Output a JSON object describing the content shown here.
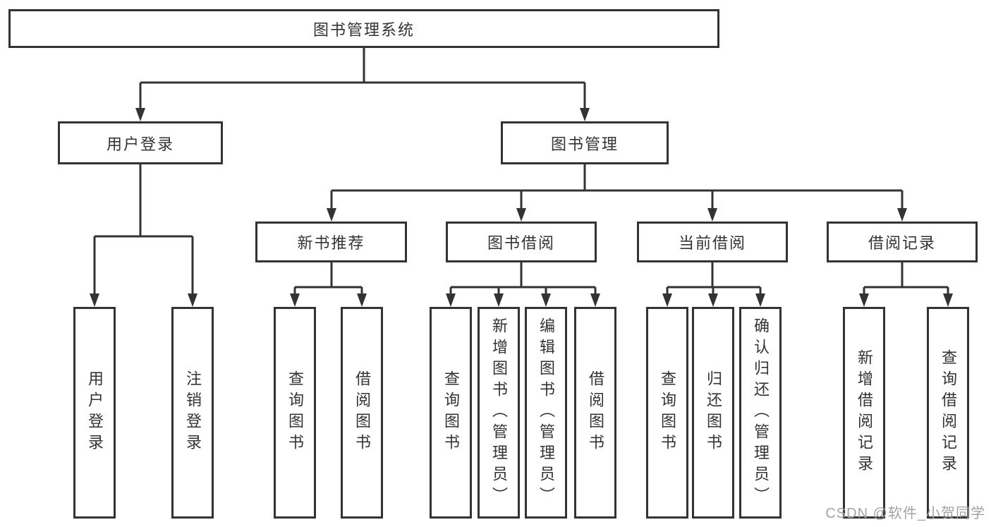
{
  "diagram": {
    "root": {
      "label": "图书管理系统"
    },
    "level2": {
      "user_login": {
        "label": "用户登录"
      },
      "book_mgmt": {
        "label": "图书管理"
      }
    },
    "level3": {
      "new_book_rec": {
        "label": "新书推荐"
      },
      "book_borrow": {
        "label": "图书借阅"
      },
      "current_borrow": {
        "label": "当前借阅"
      },
      "borrow_records": {
        "label": "借阅记录"
      }
    },
    "leaves": {
      "user_login": {
        "label": "用户登录"
      },
      "logout": {
        "label": "注销登录"
      },
      "rec_query_book": {
        "label": "查询图书"
      },
      "rec_borrow_book": {
        "label": "借阅图书"
      },
      "bb_query_book": {
        "label": "查询图书"
      },
      "bb_add_book": {
        "label": "新增图书（管理员）"
      },
      "bb_edit_book": {
        "label": "编辑图书（管理员）"
      },
      "bb_borrow_book": {
        "label": "借阅图书"
      },
      "cur_query_book": {
        "label": "查询图书"
      },
      "cur_return_book": {
        "label": "归还图书"
      },
      "cur_confirm_return": {
        "label": "确认归还（管理员）"
      },
      "rcd_add_record": {
        "label": "新增借阅记录"
      },
      "rcd_query_record": {
        "label": "查询借阅记录"
      }
    }
  },
  "watermark": {
    "text": "CSDN @软件_小贺同学"
  },
  "colors": {
    "line": "#333333",
    "border": "#333333",
    "text": "#333333",
    "watermark": "#a3a3a3",
    "background": "#ffffff"
  }
}
